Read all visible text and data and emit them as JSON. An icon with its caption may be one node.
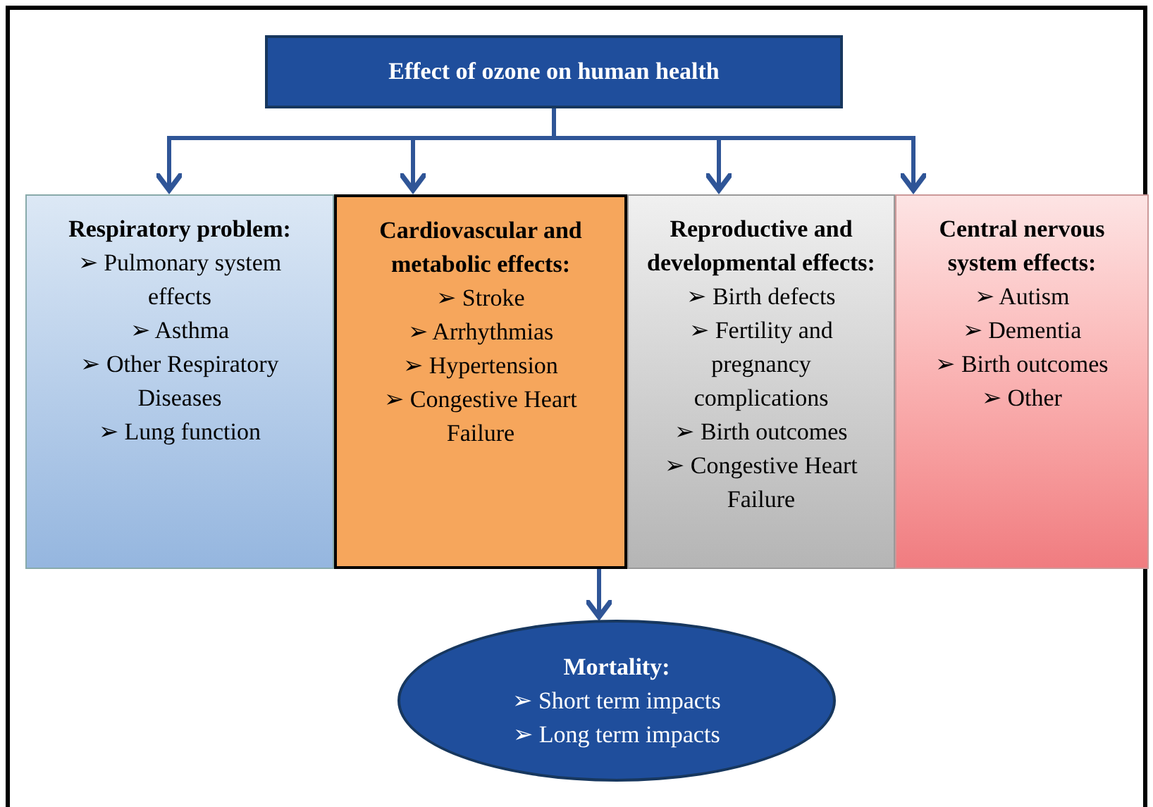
{
  "diagram": {
    "nodes": [
      {
        "text": [
          "Effect of ozone on human health"
        ]
      },
      {
        "text": [
          "Respiratory problem:",
          "➢ Pulmonary system effects",
          "➢ Asthma",
          "➢ Other Respiratory Diseases",
          "➢ Lung function"
        ]
      },
      {
        "text": [
          "Cardiovascular and metabolic effects:",
          "➢ Stroke",
          "➢ Arrhythmias",
          "➢ Hypertension",
          "➢ Congestive Heart Failure"
        ]
      },
      {
        "text": [
          "Reproductive and developmental effects:",
          "➢ Birth defects",
          "➢ Fertility and pregnancy complications",
          "➢ Birth outcomes",
          "➢ Congestive Heart Failure"
        ]
      },
      {
        "text": [
          "Central nervous system effects:",
          "➢ Autism",
          "➢ Dementia",
          "➢ Birth outcomes",
          "➢ Other"
        ]
      },
      {
        "text": [
          "Mortality:",
          "➢ Short term impacts",
          "➢ Long term impacts"
        ]
      }
    ],
    "edges": [
      {
        "from": 0,
        "to": 1,
        "arrow": "to"
      },
      {
        "from": 0,
        "to": 2,
        "arrow": "to"
      },
      {
        "from": 0,
        "to": 3,
        "arrow": "to"
      },
      {
        "from": 0,
        "to": 4,
        "arrow": "to"
      },
      {
        "from": 2,
        "to": 5,
        "arrow": "to"
      }
    ]
  }
}
